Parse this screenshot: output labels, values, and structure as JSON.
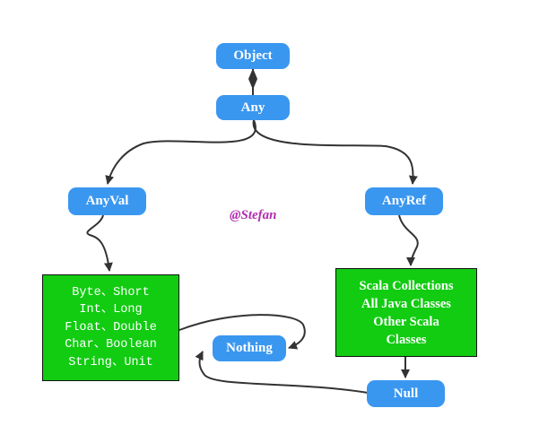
{
  "nodes": {
    "object": "Object",
    "any": "Any",
    "anyval": "AnyVal",
    "anyref": "AnyRef",
    "nothing": "Nothing",
    "null": "Null"
  },
  "value_types": [
    "Byte、Short",
    "Int、Long",
    "Float、Double",
    "Char、Boolean",
    "String、Unit"
  ],
  "ref_types": [
    "Scala Collections",
    "All Java Classes",
    "Other Scala",
    "Classes"
  ],
  "watermark": "@Stefan",
  "colors": {
    "pill": "#3a97f0",
    "box": "#11cc11",
    "edge": "#333333",
    "watermark": "#b030b0"
  }
}
